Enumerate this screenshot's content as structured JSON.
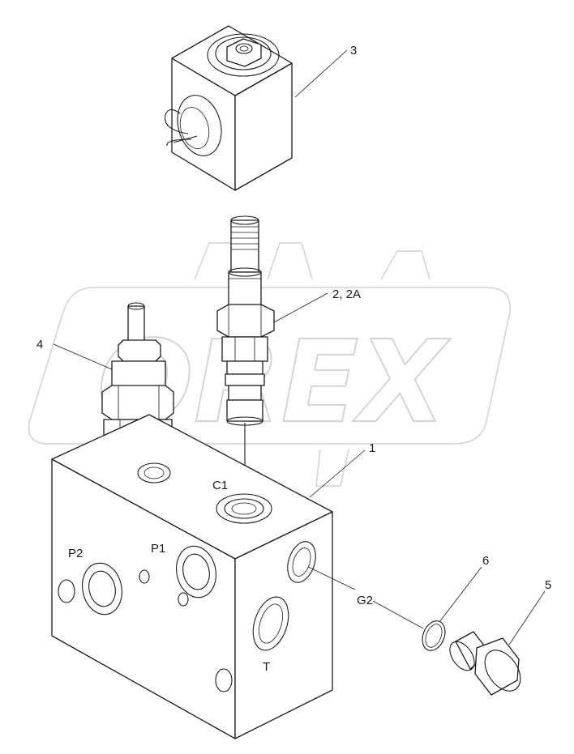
{
  "watermark": {
    "text": "OREX"
  },
  "corner_mark": "",
  "callouts": {
    "item_1": "1",
    "item_2": "2, 2A",
    "item_3": "3",
    "item_4": "4",
    "item_5": "5",
    "item_6": "6"
  },
  "ports": {
    "c1": "C1",
    "p1": "P1",
    "p2": "P2",
    "g2": "G2",
    "t": "T"
  },
  "colors": {
    "line": "#1a1a1a",
    "watermark": "#d4d4d4",
    "background": "#ffffff"
  }
}
